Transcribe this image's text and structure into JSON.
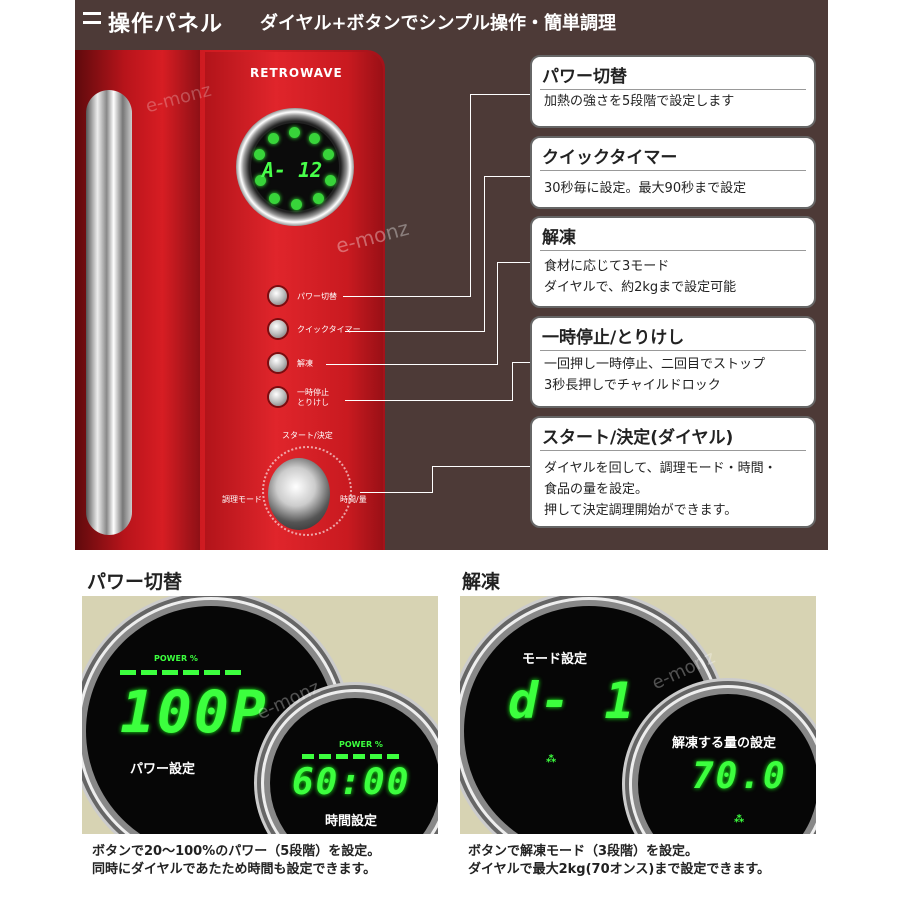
{
  "header": {
    "title": "操作パネル",
    "subtitle": "ダイヤル+ボタンでシンプル操作・簡単調理"
  },
  "microwave": {
    "brand": "RETROWAVE",
    "dial_readout": "A- 12",
    "buttons": [
      {
        "label": "パワー切替"
      },
      {
        "label": "クイックタイマー"
      },
      {
        "label": "解凍"
      },
      {
        "label": "一時停止\nとりけし"
      }
    ],
    "knob": {
      "top_label": "スタート/決定",
      "left_label": "調理モード",
      "right_label": "時間/量"
    },
    "watermark": "e-monz"
  },
  "callouts": [
    {
      "title": "パワー切替",
      "text": "加熱の強さを5段階で設定します"
    },
    {
      "title": "クイックタイマー",
      "text": "30秒毎に設定。最大90秒まで設定"
    },
    {
      "title": "解凍",
      "text": "食材に応じて3モード\nダイヤルで、約2kgまで設定可能"
    },
    {
      "title": "一時停止/とりけし",
      "text": "一回押し一時停止、二回目でストップ\n3秒長押しでチャイルドロック"
    },
    {
      "title": "スタート/決定(ダイヤル)",
      "text": "ダイヤルを回して、調理モード・時間・\n食品の量を設定。\n押して決定調理開始ができます。"
    }
  ],
  "power_section": {
    "title": "パワー切替",
    "display_top_label": "POWER %",
    "display_value": "100P",
    "display_caption": "パワー設定",
    "small_top_label": "POWER %",
    "small_value": "60:00",
    "small_caption": "時間設定",
    "caption": "ボタンで20〜100%のパワー（5段階）を設定。\n同時にダイヤルであたため時間も設定できます。"
  },
  "defrost_section": {
    "title": "解凍",
    "display_caption": "モード設定",
    "display_value": "d- 1",
    "small_caption": "解凍する量の設定",
    "small_value": "70.0",
    "caption": "ボタンで解凍モード（3段階）を設定。\nダイヤルで最大2kg(70オンス)まで設定できます。"
  },
  "colors": {
    "panel_bg": "#4d3a37",
    "microwave_red": "#d81f25",
    "led_green": "#3cff3e"
  }
}
